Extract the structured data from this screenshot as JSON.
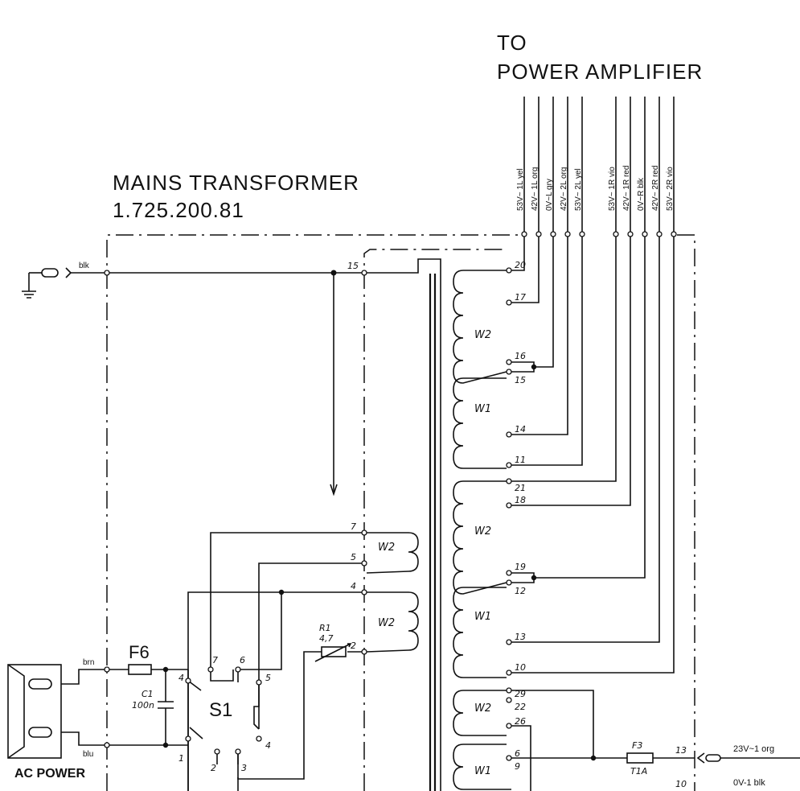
{
  "titles": {
    "to_line1": "TO",
    "to_line2": "POWER AMPLIFIER",
    "transformer_line1": "MAINS TRANSFORMER",
    "transformer_line2": "1.725.200.81",
    "ac_power": "AC POWER"
  },
  "output_wires": [
    {
      "label": "53V~ 1L yel"
    },
    {
      "label": "42V~ 1L org"
    },
    {
      "label": "0V~L gry"
    },
    {
      "label": "42V~ 2L org"
    },
    {
      "label": "53V~ 2L yel"
    },
    {
      "label": "53V~ 1R vio"
    },
    {
      "label": "42V~ 1R red"
    },
    {
      "label": "0V~R blk"
    },
    {
      "label": "42V~ 2R red"
    },
    {
      "label": "53V~ 2R vio"
    }
  ],
  "wire_colors": {
    "ground": "blk",
    "line": "brn",
    "neutral": "blu"
  },
  "secondary_pins": [
    "20",
    "17",
    "16",
    "15",
    "14",
    "11",
    "21",
    "18",
    "19",
    "12",
    "13",
    "10",
    "29",
    "22",
    "26",
    "6",
    "9"
  ],
  "primary_pins": [
    "15",
    "7",
    "5",
    "4",
    "2"
  ],
  "windings": {
    "sec_a": "W2",
    "sec_b": "W1",
    "sec_c": "W2",
    "sec_d": "W1",
    "sec_e": "W2",
    "sec_f": "W1",
    "pri_a": "W2",
    "pri_b": "W2"
  },
  "components": {
    "fuse_main": "F6",
    "cap_name": "C1",
    "cap_value": "100n",
    "resistor_name": "R1",
    "resistor_value": "4,7",
    "switch": "S1",
    "switch_pins": [
      "7",
      "6",
      "5",
      "4",
      "1",
      "2",
      "3",
      "4"
    ],
    "fuse_aux_name": "F3",
    "fuse_aux_value": "T1A",
    "aux_pin_top": "13",
    "aux_pin_bottom": "10",
    "aux_out_top": "23V~1 org",
    "aux_out_bottom": "0V-1 blk"
  }
}
